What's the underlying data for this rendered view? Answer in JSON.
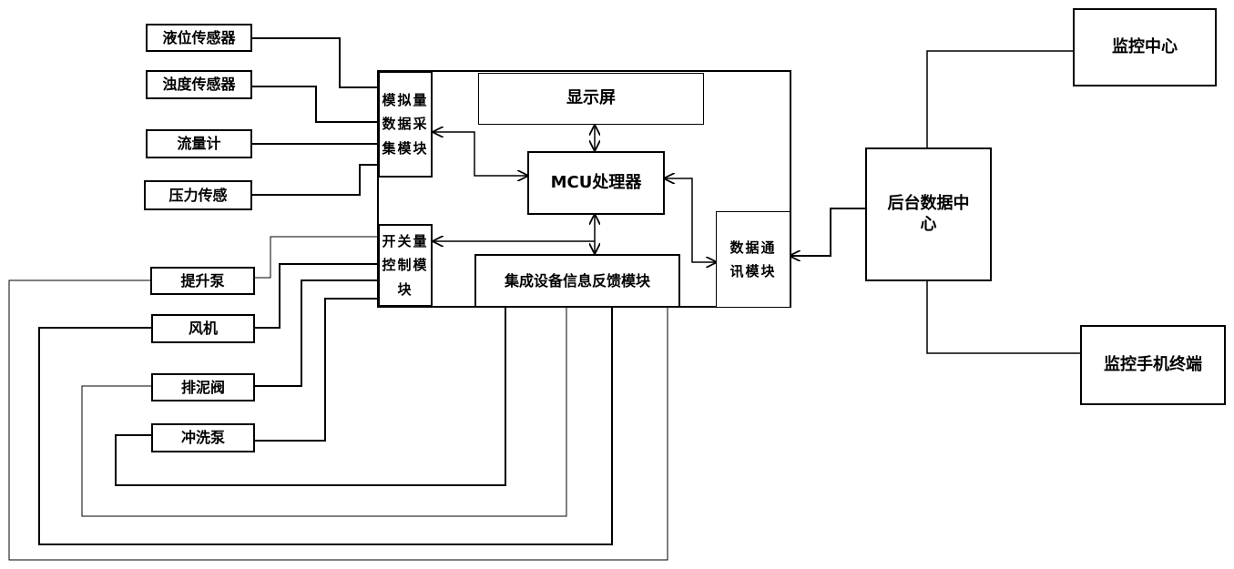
{
  "diagram": {
    "sensors": [
      {
        "id": "liquid-level-sensor",
        "label": "液位传感器"
      },
      {
        "id": "turbidity-sensor",
        "label": "浊度传感器"
      },
      {
        "id": "flow-meter",
        "label": "流量计"
      },
      {
        "id": "pressure-sensor",
        "label": "压力传感"
      }
    ],
    "actuators": [
      {
        "id": "lift-pump",
        "label": "提升泵"
      },
      {
        "id": "fan",
        "label": "风机"
      },
      {
        "id": "sludge-valve",
        "label": "排泥阀"
      },
      {
        "id": "flush-pump",
        "label": "冲洗泵"
      }
    ],
    "controller": {
      "analog_module": "模拟量数据采集模块",
      "switch_module": "开关量控制模块",
      "display": "显示屏",
      "mcu": "MCU处理器",
      "feedback_module": "集成设备信息反馈模块",
      "comm_module": "数据通讯模块"
    },
    "backend": {
      "data_center": "后台数据中心",
      "monitor_center": "监控中心",
      "mobile_terminal": "监控手机终端"
    }
  }
}
